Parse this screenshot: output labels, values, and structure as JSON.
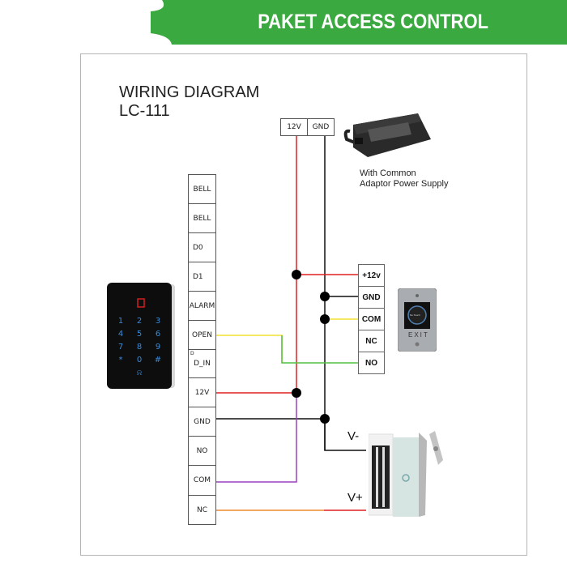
{
  "banner": {
    "title": "PAKET ACCESS CONTROL",
    "color": "#3aa93f"
  },
  "diagram": {
    "title_line1": "WIRING DIAGRAM",
    "title_line2": "LC-111"
  },
  "power_supply": {
    "terminals": [
      "12V",
      "GND"
    ],
    "caption_line1": "With Common",
    "caption_line2": "Adaptor Power Supply",
    "icon": "power-adapter-icon"
  },
  "controller": {
    "icon": "keypad-device-icon",
    "keys": [
      "1",
      "2",
      "3",
      "4",
      "5",
      "6",
      "7",
      "8",
      "9",
      "*",
      "0",
      "#"
    ],
    "terminals": [
      "BELL",
      "BELL",
      "D0",
      "D1",
      "ALARM",
      "OPEN",
      "D_IN",
      "12V",
      "GND",
      "NO",
      "COM",
      "NC"
    ],
    "d_in_marker": "D"
  },
  "exit_button": {
    "icon": "exit-button-icon",
    "terminals": [
      "+12v",
      "GND",
      "COM",
      "NC",
      "NO"
    ],
    "face_text": "No Touch",
    "plate_text": "EXIT"
  },
  "magnetic_lock": {
    "icon": "magnetic-lock-icon",
    "v_minus": "V-",
    "v_plus": "V+"
  },
  "wire_colors": {
    "power": "#e02020",
    "ground": "#111111",
    "open": "#f0e030",
    "exit_no": "#50c040",
    "com": "#9a40c0",
    "nc": "#f08a30"
  }
}
